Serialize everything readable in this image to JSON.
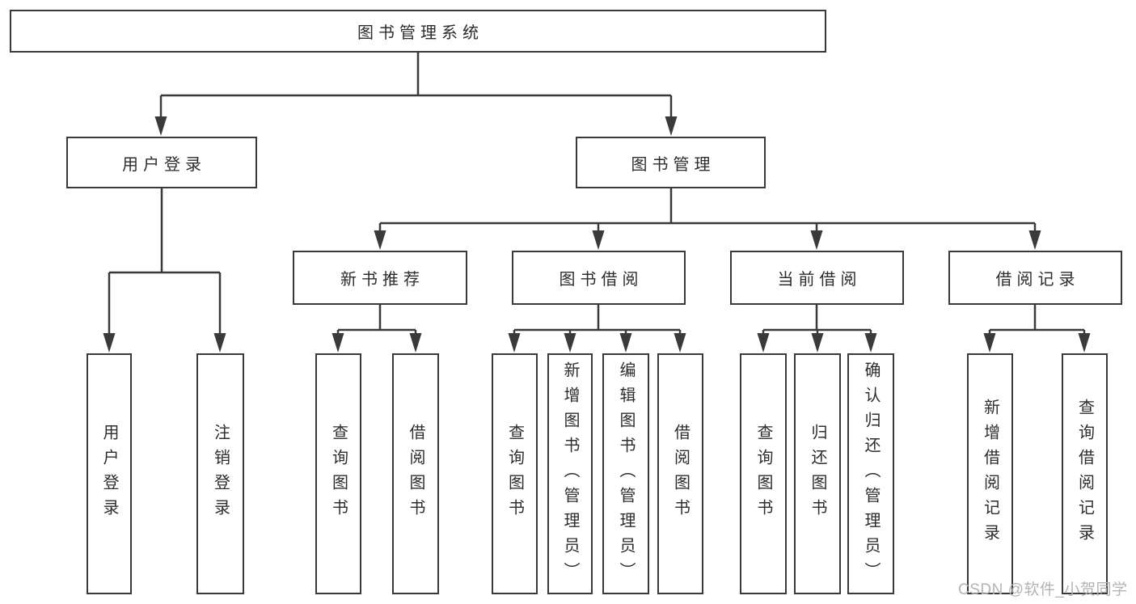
{
  "page": {
    "background": "#ffffff"
  },
  "colors": {
    "line": "#3a3a3a",
    "box_border": "#3a3a3a",
    "box_fill": "#ffffff",
    "text": "#2d2d2d",
    "watermark": "#b3b3b3"
  },
  "diagram": {
    "type": "hierarchy-tree",
    "tree": {
      "label": "图书管理系统",
      "children": [
        {
          "label": "用户登录",
          "children": [
            {
              "label": "用户登录"
            },
            {
              "label": "注销登录"
            }
          ]
        },
        {
          "label": "图书管理",
          "children": [
            {
              "label": "新书推荐",
              "children": [
                {
                  "label": "查询图书"
                },
                {
                  "label": "借阅图书"
                }
              ]
            },
            {
              "label": "图书借阅",
              "children": [
                {
                  "label": "查询图书"
                },
                {
                  "label": "新增图书（管理员）"
                },
                {
                  "label": "编辑图书（管理员）"
                },
                {
                  "label": "借阅图书"
                }
              ]
            },
            {
              "label": "当前借阅",
              "children": [
                {
                  "label": "查询图书"
                },
                {
                  "label": "归还图书"
                },
                {
                  "label": "确认归还（管理员）"
                }
              ]
            },
            {
              "label": "借阅记录",
              "children": [
                {
                  "label": "新增借阅记录"
                },
                {
                  "label": "查询借阅记录"
                }
              ]
            }
          ]
        }
      ]
    }
  },
  "watermark": {
    "text": "CSDN @软件_小贺同学"
  }
}
